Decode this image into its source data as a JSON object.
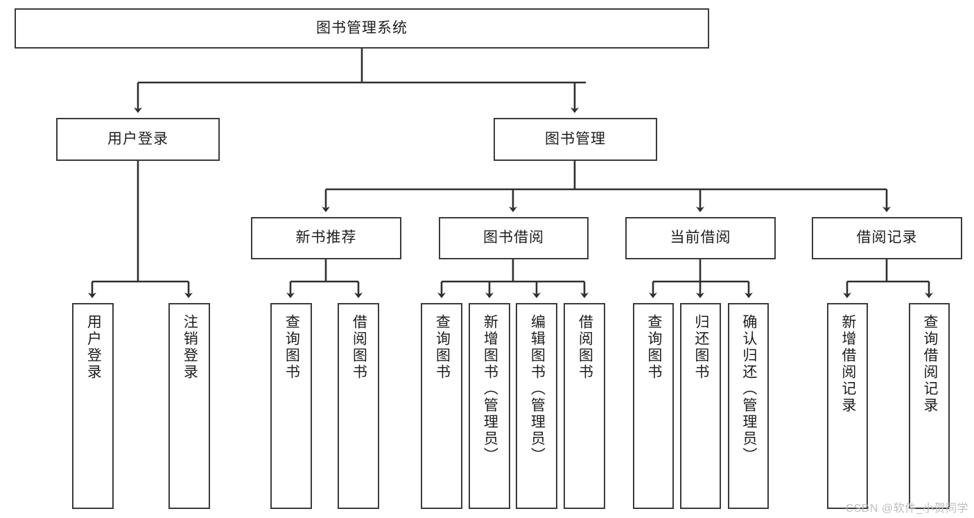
{
  "diagram": {
    "type": "tree-hierarchy-chart",
    "title_text": "图书管理系统",
    "line_color": "#3a3a3a",
    "box_fill": "#ffffff",
    "text_color": "#1d1d1d",
    "watermark": "CSDN @软件_小贺同学",
    "levels": {
      "level1": [
        {
          "id": "root",
          "label": "图书管理系统",
          "orientation": "horizontal"
        }
      ],
      "level2": [
        {
          "id": "user-login",
          "label": "用户登录",
          "orientation": "horizontal"
        },
        {
          "id": "book-manage",
          "label": "图书管理",
          "orientation": "horizontal"
        }
      ],
      "level3": [
        {
          "id": "new-book-rec",
          "label": "新书推荐",
          "orientation": "horizontal"
        },
        {
          "id": "book-borrow",
          "label": "图书借阅",
          "orientation": "horizontal"
        },
        {
          "id": "current-borrow",
          "label": "当前借阅",
          "orientation": "horizontal"
        },
        {
          "id": "borrow-record",
          "label": "借阅记录",
          "orientation": "horizontal"
        }
      ],
      "level4": [
        {
          "id": "leaf-user-login",
          "label": "用户登录",
          "parent": "user-login",
          "orientation": "vertical"
        },
        {
          "id": "leaf-logout",
          "label": "注销登录",
          "parent": "user-login",
          "orientation": "vertical"
        },
        {
          "id": "leaf-query-book-1",
          "label": "查询图书",
          "parent": "new-book-rec",
          "orientation": "vertical"
        },
        {
          "id": "leaf-borrow-book-1",
          "label": "借阅图书",
          "parent": "new-book-rec",
          "orientation": "vertical"
        },
        {
          "id": "leaf-query-book-2",
          "label": "查询图书",
          "parent": "book-borrow",
          "orientation": "vertical"
        },
        {
          "id": "leaf-add-book",
          "label": "新增图书（管理员）",
          "parent": "book-borrow",
          "orientation": "vertical"
        },
        {
          "id": "leaf-edit-book",
          "label": "编辑图书（管理员）",
          "parent": "book-borrow",
          "orientation": "vertical"
        },
        {
          "id": "leaf-borrow-book-2",
          "label": "借阅图书",
          "parent": "book-borrow",
          "orientation": "vertical"
        },
        {
          "id": "leaf-query-book-3",
          "label": "查询图书",
          "parent": "current-borrow",
          "orientation": "vertical"
        },
        {
          "id": "leaf-return-book",
          "label": "归还图书",
          "parent": "current-borrow",
          "orientation": "vertical"
        },
        {
          "id": "leaf-confirm-return",
          "label": "确认归还（管理员）",
          "parent": "current-borrow",
          "orientation": "vertical"
        },
        {
          "id": "leaf-add-record",
          "label": "新增借阅记录",
          "parent": "borrow-record",
          "orientation": "vertical"
        },
        {
          "id": "leaf-query-record",
          "label": "查询借阅记录",
          "parent": "borrow-record",
          "orientation": "vertical"
        }
      ]
    }
  }
}
